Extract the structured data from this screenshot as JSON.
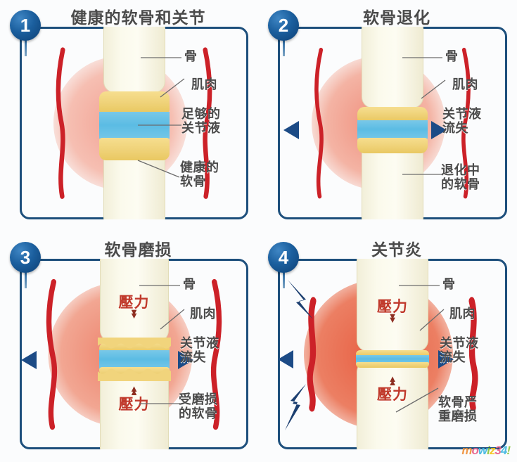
{
  "diagram": {
    "title_overall": "",
    "accent_border": "#1d4f7c",
    "badge_color": "#1b5f9e",
    "arrow_color": "#1c4b86",
    "pressure_color": "#c0392b",
    "bone_color": "#fbfaec",
    "cartilage_color": "#efd278",
    "fluid_color": "#5bbce4",
    "muscle_color": "#cc2128"
  },
  "panels": [
    {
      "number": "1",
      "title": "健康的软骨和关节",
      "labels": {
        "bone": "骨",
        "muscle": "肌肉",
        "fluid": "足够的\n关节液",
        "cartilage": "健康的\n软骨"
      },
      "pressure_top": "",
      "pressure_bottom": "",
      "has_arrows": false,
      "has_bolts": false
    },
    {
      "number": "2",
      "title": "软骨退化",
      "labels": {
        "bone": "骨",
        "muscle": "肌肉",
        "fluid": "关节液\n流失",
        "cartilage": "退化中\n的软骨"
      },
      "pressure_top": "",
      "pressure_bottom": "",
      "has_arrows": true,
      "has_bolts": false
    },
    {
      "number": "3",
      "title": "软骨磨损",
      "labels": {
        "bone": "骨",
        "muscle": "肌肉",
        "fluid": "关节液\n流失",
        "cartilage": "受磨损\n的软骨"
      },
      "pressure_top": "壓力",
      "pressure_bottom": "壓力",
      "has_arrows": true,
      "has_bolts": false
    },
    {
      "number": "4",
      "title": "关节炎",
      "labels": {
        "bone": "骨",
        "muscle": "肌肉",
        "fluid": "关节液\n流失",
        "cartilage": "软骨严\n重磨损"
      },
      "pressure_top": "壓力",
      "pressure_bottom": "壓力",
      "has_arrows": true,
      "has_bolts": true
    }
  ],
  "watermark": {
    "chars": [
      "m",
      "o",
      "w",
      "i",
      "z",
      "3",
      "4",
      "!"
    ]
  }
}
